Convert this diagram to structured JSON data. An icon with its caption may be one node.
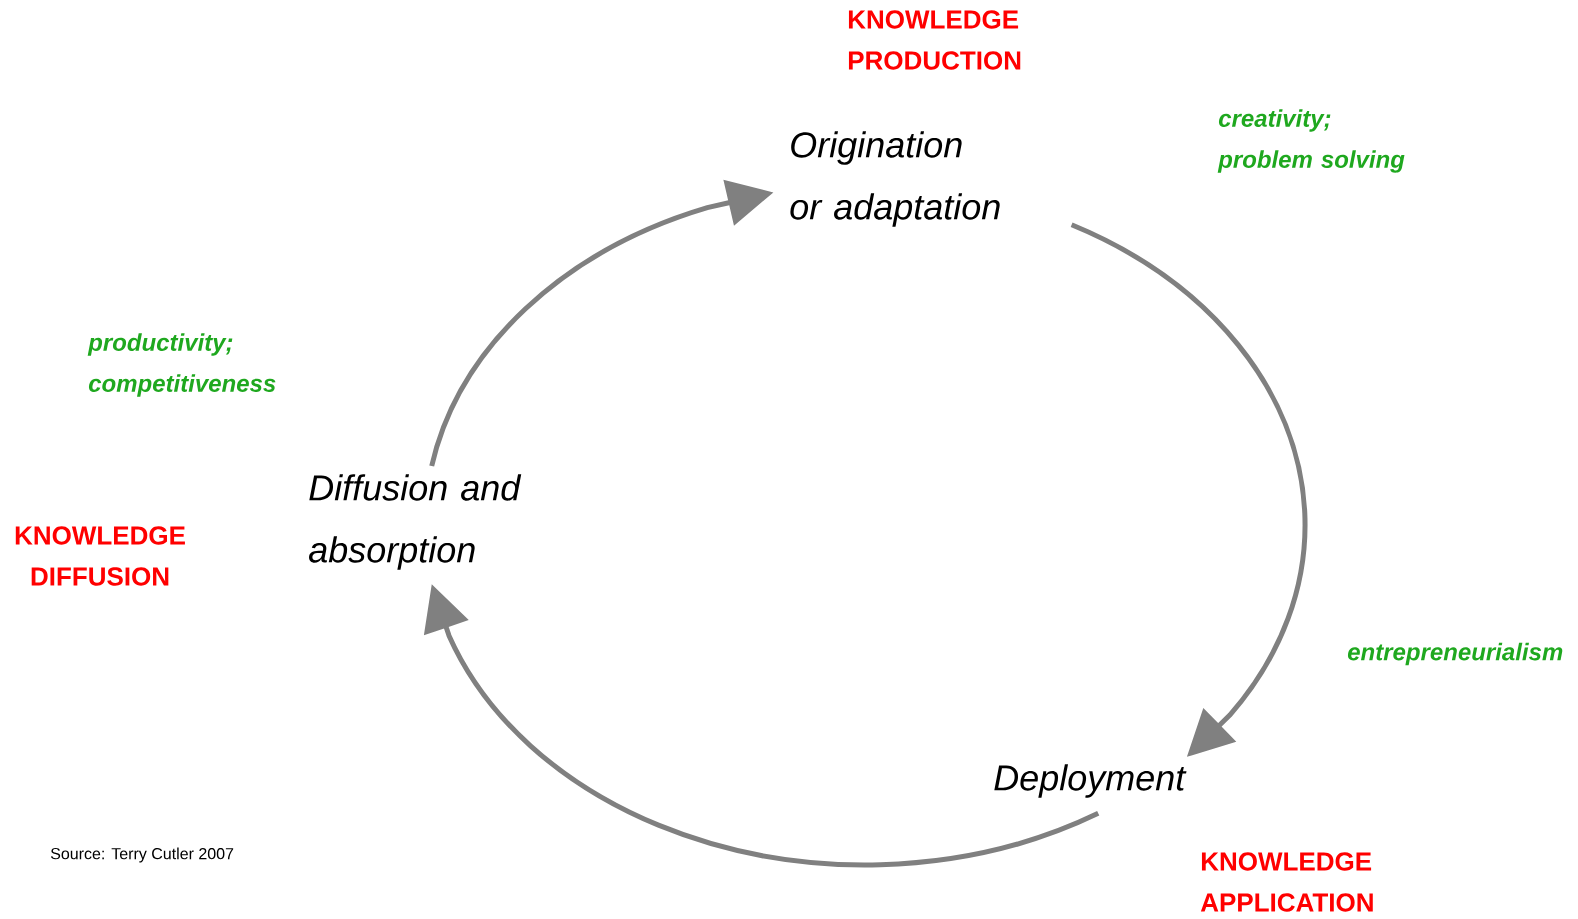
{
  "diagram": {
    "caption": "Source: Terry Cutler 2007",
    "nodes": [
      {
        "text": [
          "Origination or adaptation"
        ]
      },
      {
        "text": [
          "Deployment"
        ]
      },
      {
        "text": [
          "Diffusion and absorption"
        ]
      }
    ],
    "edges": [
      {
        "from": 0,
        "to": 1,
        "arrow": "to"
      },
      {
        "from": 1,
        "to": 2,
        "arrow": "to"
      },
      {
        "from": 2,
        "to": 0,
        "arrow": "to"
      }
    ],
    "labels": [
      "KNOWLEDGE PRODUCTION",
      "creativity; problem solving",
      "productivity; competitiveness",
      "KNOWLEDGE DIFFUSION",
      "entrepreneurialism",
      "KNOWLEDGE APPLICATION"
    ]
  }
}
